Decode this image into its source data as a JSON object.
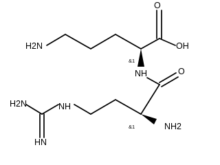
{
  "molecule": {
    "atoms": {
      "O_top": "O",
      "OH": "OH",
      "H2N_left": "H2N",
      "NH_amide": "NH",
      "O_amide": "O",
      "H2N_guan": "H2N",
      "NH_guan": "NH",
      "HN_guan": "HN",
      "NH2_alpha": "NH2"
    },
    "stereo_labels": {
      "top": "&1",
      "bottom": "&1"
    }
  }
}
